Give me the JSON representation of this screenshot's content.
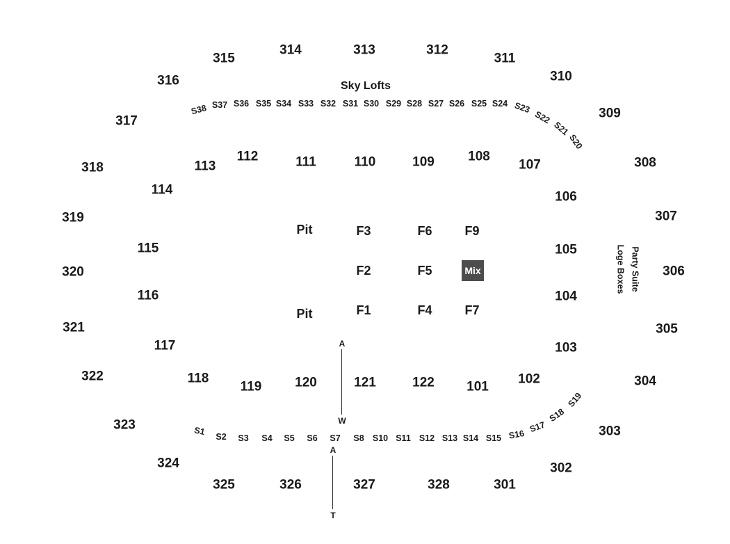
{
  "upper_sections": [
    "301",
    "302",
    "303",
    "304",
    "305",
    "306",
    "307",
    "308",
    "309",
    "310",
    "311",
    "312",
    "313",
    "314",
    "315",
    "316",
    "317",
    "318",
    "319",
    "320",
    "321",
    "322",
    "323",
    "324",
    "325",
    "326",
    "327",
    "328"
  ],
  "lower_sections": [
    "101",
    "102",
    "103",
    "104",
    "105",
    "106",
    "107",
    "108",
    "109",
    "110",
    "111",
    "112",
    "113",
    "114",
    "115",
    "116",
    "117",
    "118",
    "119",
    "120",
    "121",
    "122"
  ],
  "floor_sections": {
    "pit_top": "Pit",
    "pit_bottom": "Pit",
    "f1": "F1",
    "f2": "F2",
    "f3": "F3",
    "f4": "F4",
    "f5": "F5",
    "f6": "F6",
    "f7": "F7",
    "f9": "F9",
    "mix": "Mix"
  },
  "sky_lofts": {
    "title": "Sky Lofts",
    "suites": [
      "S38",
      "S37",
      "S36",
      "S35",
      "S34",
      "S33",
      "S32",
      "S31",
      "S30",
      "S29",
      "S28",
      "S27",
      "S26",
      "S25",
      "S24",
      "S23",
      "S22",
      "S21",
      "S20"
    ]
  },
  "bottom_suites": [
    "S1",
    "S2",
    "S3",
    "S4",
    "S5",
    "S6",
    "S7",
    "S8",
    "S10",
    "S11",
    "S12",
    "S13",
    "S14",
    "S15",
    "S16",
    "S17",
    "S18",
    "S19"
  ],
  "side_labels": {
    "party_suite": "Party Suite",
    "loge_boxes": "Loge Boxes"
  },
  "aisles": {
    "walkway_top": "A",
    "walkway_bottom": "W",
    "tunnel_top": "A",
    "tunnel_bottom": "T"
  }
}
